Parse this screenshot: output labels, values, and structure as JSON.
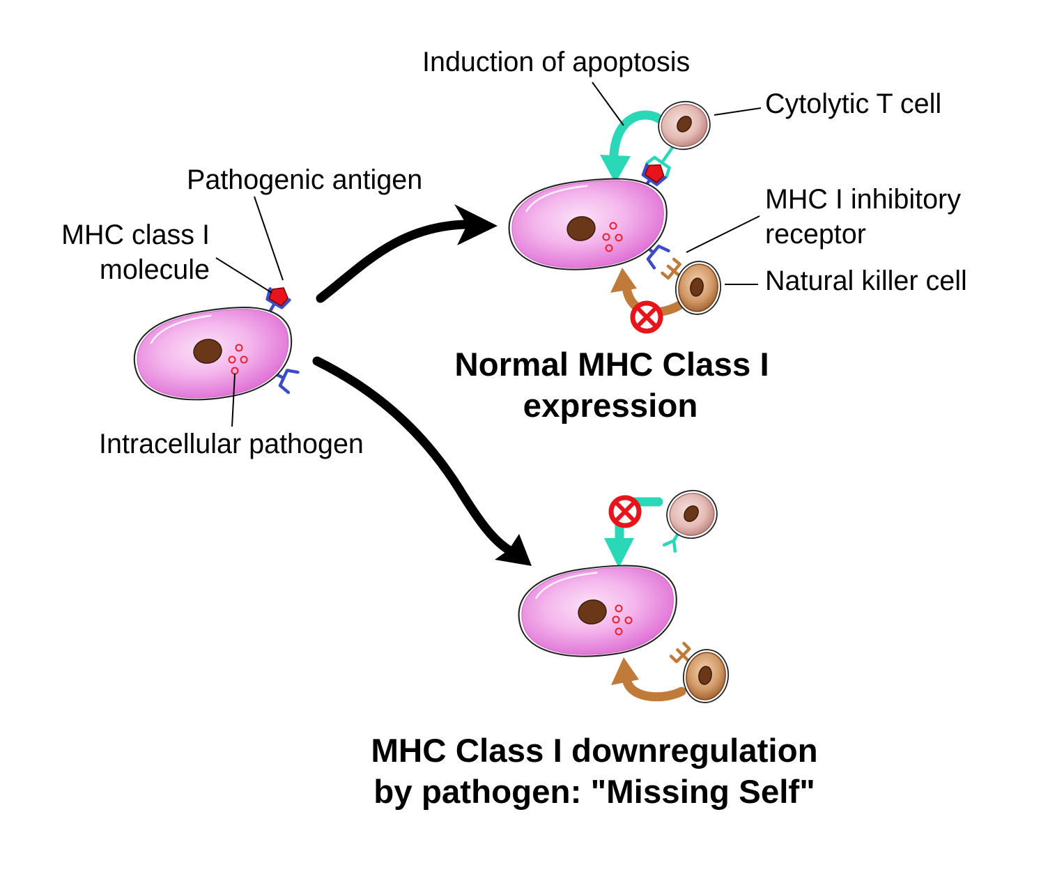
{
  "labels": {
    "induction_of_apoptosis": "Induction of apoptosis",
    "cytolytic_t_cell": "Cytolytic T cell",
    "pathogenic_antigen": "Pathogenic antigen",
    "mhc_class_i_molecule": [
      "MHC class I",
      "molecule"
    ],
    "mhc_i_inhibitory_receptor": [
      "MHC I inhibitory",
      "receptor"
    ],
    "natural_killer_cell": "Natural killer cell",
    "intracellular_pathogen": "Intracellular pathogen"
  },
  "panels": {
    "normal_expression": {
      "title_lines": [
        "Normal MHC Class I",
        "expression"
      ]
    },
    "missing_self": {
      "title_lines": [
        "MHC Class I downregulation",
        "by pathogen: \"Missing Self\""
      ]
    }
  },
  "colors": {
    "mhc": "#3b4cc4",
    "antigen": "#e8141c",
    "tcr": "#2ad8b8",
    "nk": "#c07a3a",
    "inhibit": "#e8141c",
    "arrow": "#000000"
  }
}
